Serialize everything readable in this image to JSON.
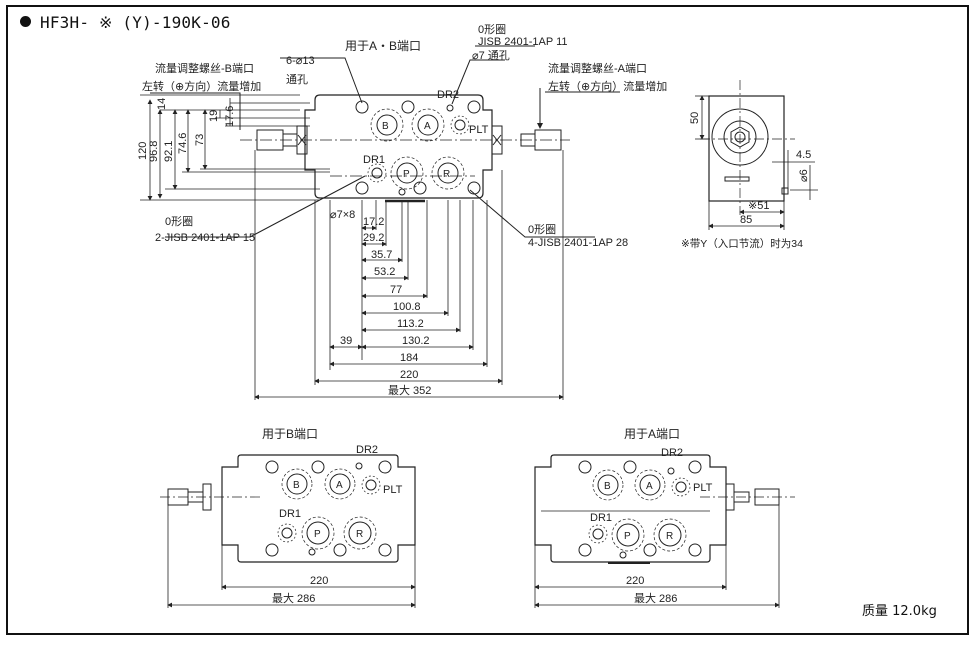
{
  "title": "HF3H- ※ (Y)-190K-06",
  "mass": "质量 12.0kg",
  "main_view": {
    "label_ab": "用于A・B端口",
    "b_port_screw": "流量调整螺丝-B端口",
    "b_port_screw_note": "左转（⊕方向）流量增加",
    "a_port_screw": "流量调整螺丝-A端口",
    "a_port_screw_note": "左转（⊕方向）流量增加",
    "through_holes_qty": "6-⌀13",
    "through_holes_label": "通孔",
    "oring_top_label": "0形圈",
    "oring_top_spec": "JISB 2401-1AP 11",
    "oring_top_hole": "⌀7 通孔",
    "oring_left_label": "0形圈",
    "oring_left_spec": "2-JISB 2401-1AP 15",
    "oring_right_label": "0形圈",
    "oring_right_spec": "4-JISB 2401-1AP 28",
    "pin_hole": "⌀7×8",
    "ports": {
      "B": "B",
      "A": "A",
      "P": "P",
      "R": "R",
      "PLT": "PLT",
      "DR1": "DR1",
      "DR2": "DR2"
    },
    "vertical_dims": [
      "120",
      "96.8",
      "92.1",
      "74.6",
      "73",
      "14",
      "19",
      "17.6"
    ],
    "horizontal_dims": [
      "17.2",
      "29.2",
      "35.7",
      "53.2",
      "77",
      "100.8",
      "113.2",
      "130.2",
      "39",
      "184",
      "220",
      "最大 352"
    ]
  },
  "side_view": {
    "dims": [
      "50",
      "4.5",
      "⌀6",
      "※51",
      "85"
    ],
    "note": "※带Y（入口节流）时为34"
  },
  "b_view": {
    "label": "用于B端口",
    "ports": {
      "B": "B",
      "A": "A",
      "P": "P",
      "R": "R",
      "PLT": "PLT",
      "DR1": "DR1",
      "DR2": "DR2"
    },
    "dims": [
      "220",
      "最大  286"
    ]
  },
  "a_view": {
    "label": "用于A端口",
    "ports": {
      "B": "B",
      "A": "A",
      "P": "P",
      "R": "R",
      "PLT": "PLT",
      "DR1": "DR1",
      "DR2": "DR2"
    },
    "dims": [
      "220",
      "最大  286"
    ]
  }
}
